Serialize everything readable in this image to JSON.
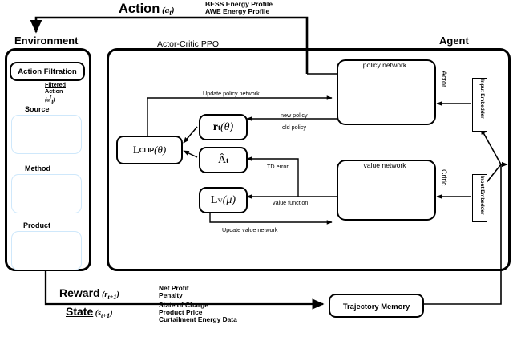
{
  "diagram": {
    "title": "Actor-Critic PPO reinforcement learning loop for hybrid renewable energy system",
    "action": {
      "label": "Action",
      "symbol": "(a",
      "symbol_sub": "t",
      "symbol_close": ")",
      "items": [
        "BESS Energy Profile",
        "AWE Energy Profile"
      ]
    },
    "reward": {
      "label": "Reward",
      "symbol": "(r",
      "symbol_sub": "t+1",
      "symbol_close": ")",
      "items": [
        "Net Profit",
        "Penalty"
      ]
    },
    "state": {
      "label": "State",
      "symbol": "(s",
      "symbol_sub": "t+1",
      "symbol_close": ")",
      "items": [
        "State of Charge",
        "Product Price",
        "Curtailment Energy Data"
      ]
    },
    "environment": {
      "title": "Environment",
      "action_filtration": "Action Filtration",
      "filtered_label_line1": "Filtered",
      "filtered_label_line2": "Action",
      "filtered_label_line3": "(a",
      "filtered_label_sup": "f",
      "filtered_label_sub": "t",
      "filtered_label_close": ")",
      "stages": [
        {
          "label": "Source",
          "icons": [
            "solar-panel-icon",
            "wind-turbine-icon"
          ]
        },
        {
          "label": "Method",
          "icons": [
            "battery-icon",
            "electrolyzer-icon"
          ]
        },
        {
          "label": "Product",
          "icons": [
            "transmission-tower-icon",
            "hydrogen-pump-icon"
          ]
        }
      ]
    },
    "agent": {
      "title": "Agent",
      "framework": "Actor-Critic PPO",
      "actor_label": "Actor",
      "critic_label": "Critic",
      "policy_network": "policy network",
      "value_network": "value network",
      "input_embedder_actor": "Input Embedder",
      "input_embedder_critic": "Input Embedder",
      "losses": {
        "clip_l": "L",
        "clip_sup": "CLIP",
        "clip_arg": "(θ)",
        "ratio_r": "r",
        "ratio_sub": "t",
        "ratio_arg": "(θ)",
        "advantage": "Â",
        "advantage_sub": "t",
        "value_l": "L",
        "value_sup": "V",
        "value_arg": "(μ)"
      },
      "edge_labels": {
        "update_policy": "Update policy network",
        "new_policy": "new policy",
        "old_policy": "old policy",
        "td_error": "TD error",
        "value_function": "value function",
        "update_value": "Update value network"
      }
    },
    "trajectory_memory": "Trajectory Memory",
    "network_shape": {
      "policy": {
        "input_nodes": 1,
        "hidden_nodes": 4,
        "output_nodes": 3
      },
      "value": {
        "input_nodes": 1,
        "hidden_nodes": 4,
        "output_nodes": 3
      }
    },
    "colors": {
      "policy_hidden": "#3b82f6",
      "policy_output": "#dbeafe",
      "policy_input": "#0f2d62",
      "value_hidden": "#5bc4cc",
      "value_output": "#d8eff1",
      "value_input": "#18407e",
      "solar_cell": "#00b0f0",
      "card_border": "#cfe8fb",
      "line": "#000000"
    }
  }
}
